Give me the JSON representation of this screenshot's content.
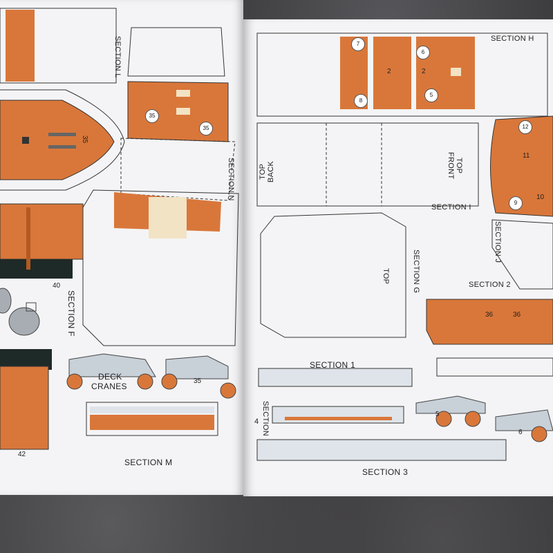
{
  "colors": {
    "orange": "#d9773a",
    "paper": "#f4f4f6",
    "line": "#2a2a2a",
    "rug": "#353436"
  },
  "left_page": {
    "section_l": "SECTION L",
    "section_n": "SECTION N",
    "section_f": "SECTION F",
    "section_m": "SECTION M",
    "deck_cranes": "DECK",
    "deck_cranes_2": "CRANES",
    "num_35_a": "35",
    "num_35_b": "35",
    "num_35_c": "35",
    "num_35_d": "35",
    "num_40": "40",
    "num_42": "42"
  },
  "right_page": {
    "section_h": "SECTION H",
    "section_i": "SECTION I",
    "section_j": "SECTION J",
    "section_g": "SECTION G",
    "section_2": "SECTION 2",
    "section_1": "SECTION 1",
    "section_3": "SECTION 3",
    "section_4": "SECTION",
    "section_4_num": "4",
    "top_back": "TOP",
    "top_back_2": "BACK",
    "top_front": "TOP",
    "top_front_2": "FRONT",
    "top_g": "TOP",
    "num_5": "5",
    "num_6": "6",
    "num_36_a": "36",
    "num_36_b": "36",
    "badges": [
      "7",
      "8",
      "6",
      "2",
      "2",
      "5",
      "12",
      "11",
      "9",
      "10"
    ]
  }
}
